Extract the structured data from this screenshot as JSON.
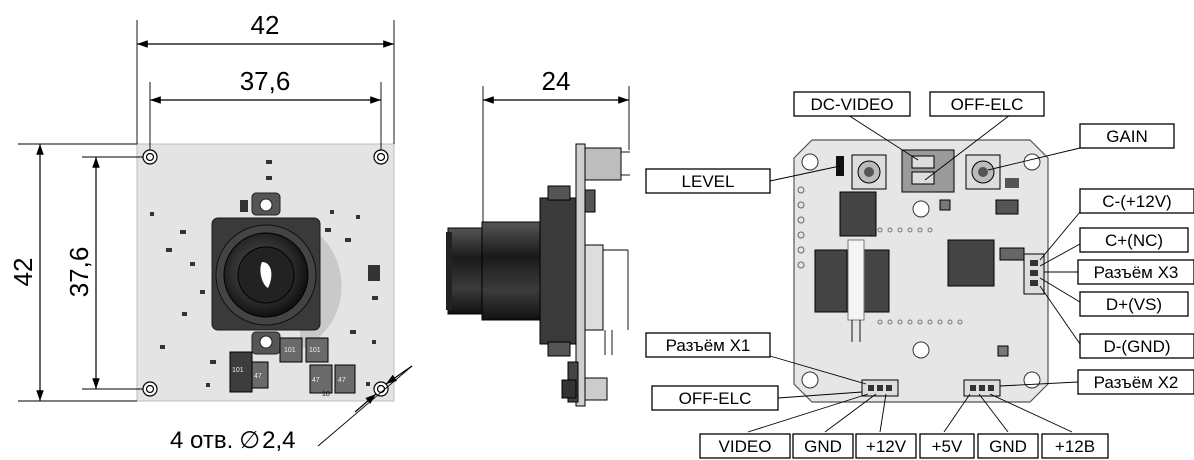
{
  "left_view": {
    "dim_top_outer": "42",
    "dim_top_inner": "37,6",
    "dim_left_outer": "42",
    "dim_left_inner": "37,6",
    "holes_note": "4 отв.",
    "holes_symbol": "∅",
    "holes_value": "2,4",
    "component_marks": [
      "101",
      "101",
      "47",
      "47",
      "101",
      "47",
      "10"
    ]
  },
  "side_view": {
    "dim_depth": "24"
  },
  "right_view": {
    "labels": {
      "dc_video": "DC-VIDEO",
      "off_elc_top": "OFF-ELC",
      "gain": "GAIN",
      "level": "LEVEL",
      "c_minus": "C-(+12V)",
      "c_plus": "C+(NC)",
      "connector_x3": "Разъём X3",
      "d_plus": "D+(VS)",
      "d_minus": "D-(GND)",
      "connector_x1": "Разъём X1",
      "off_elc_bottom": "OFF-ELC",
      "connector_x2": "Разъём X2"
    },
    "x1_pins": [
      "VIDEO",
      "GND",
      "+12V"
    ],
    "x2_pins": [
      "+5V",
      "GND",
      "+12В"
    ]
  }
}
